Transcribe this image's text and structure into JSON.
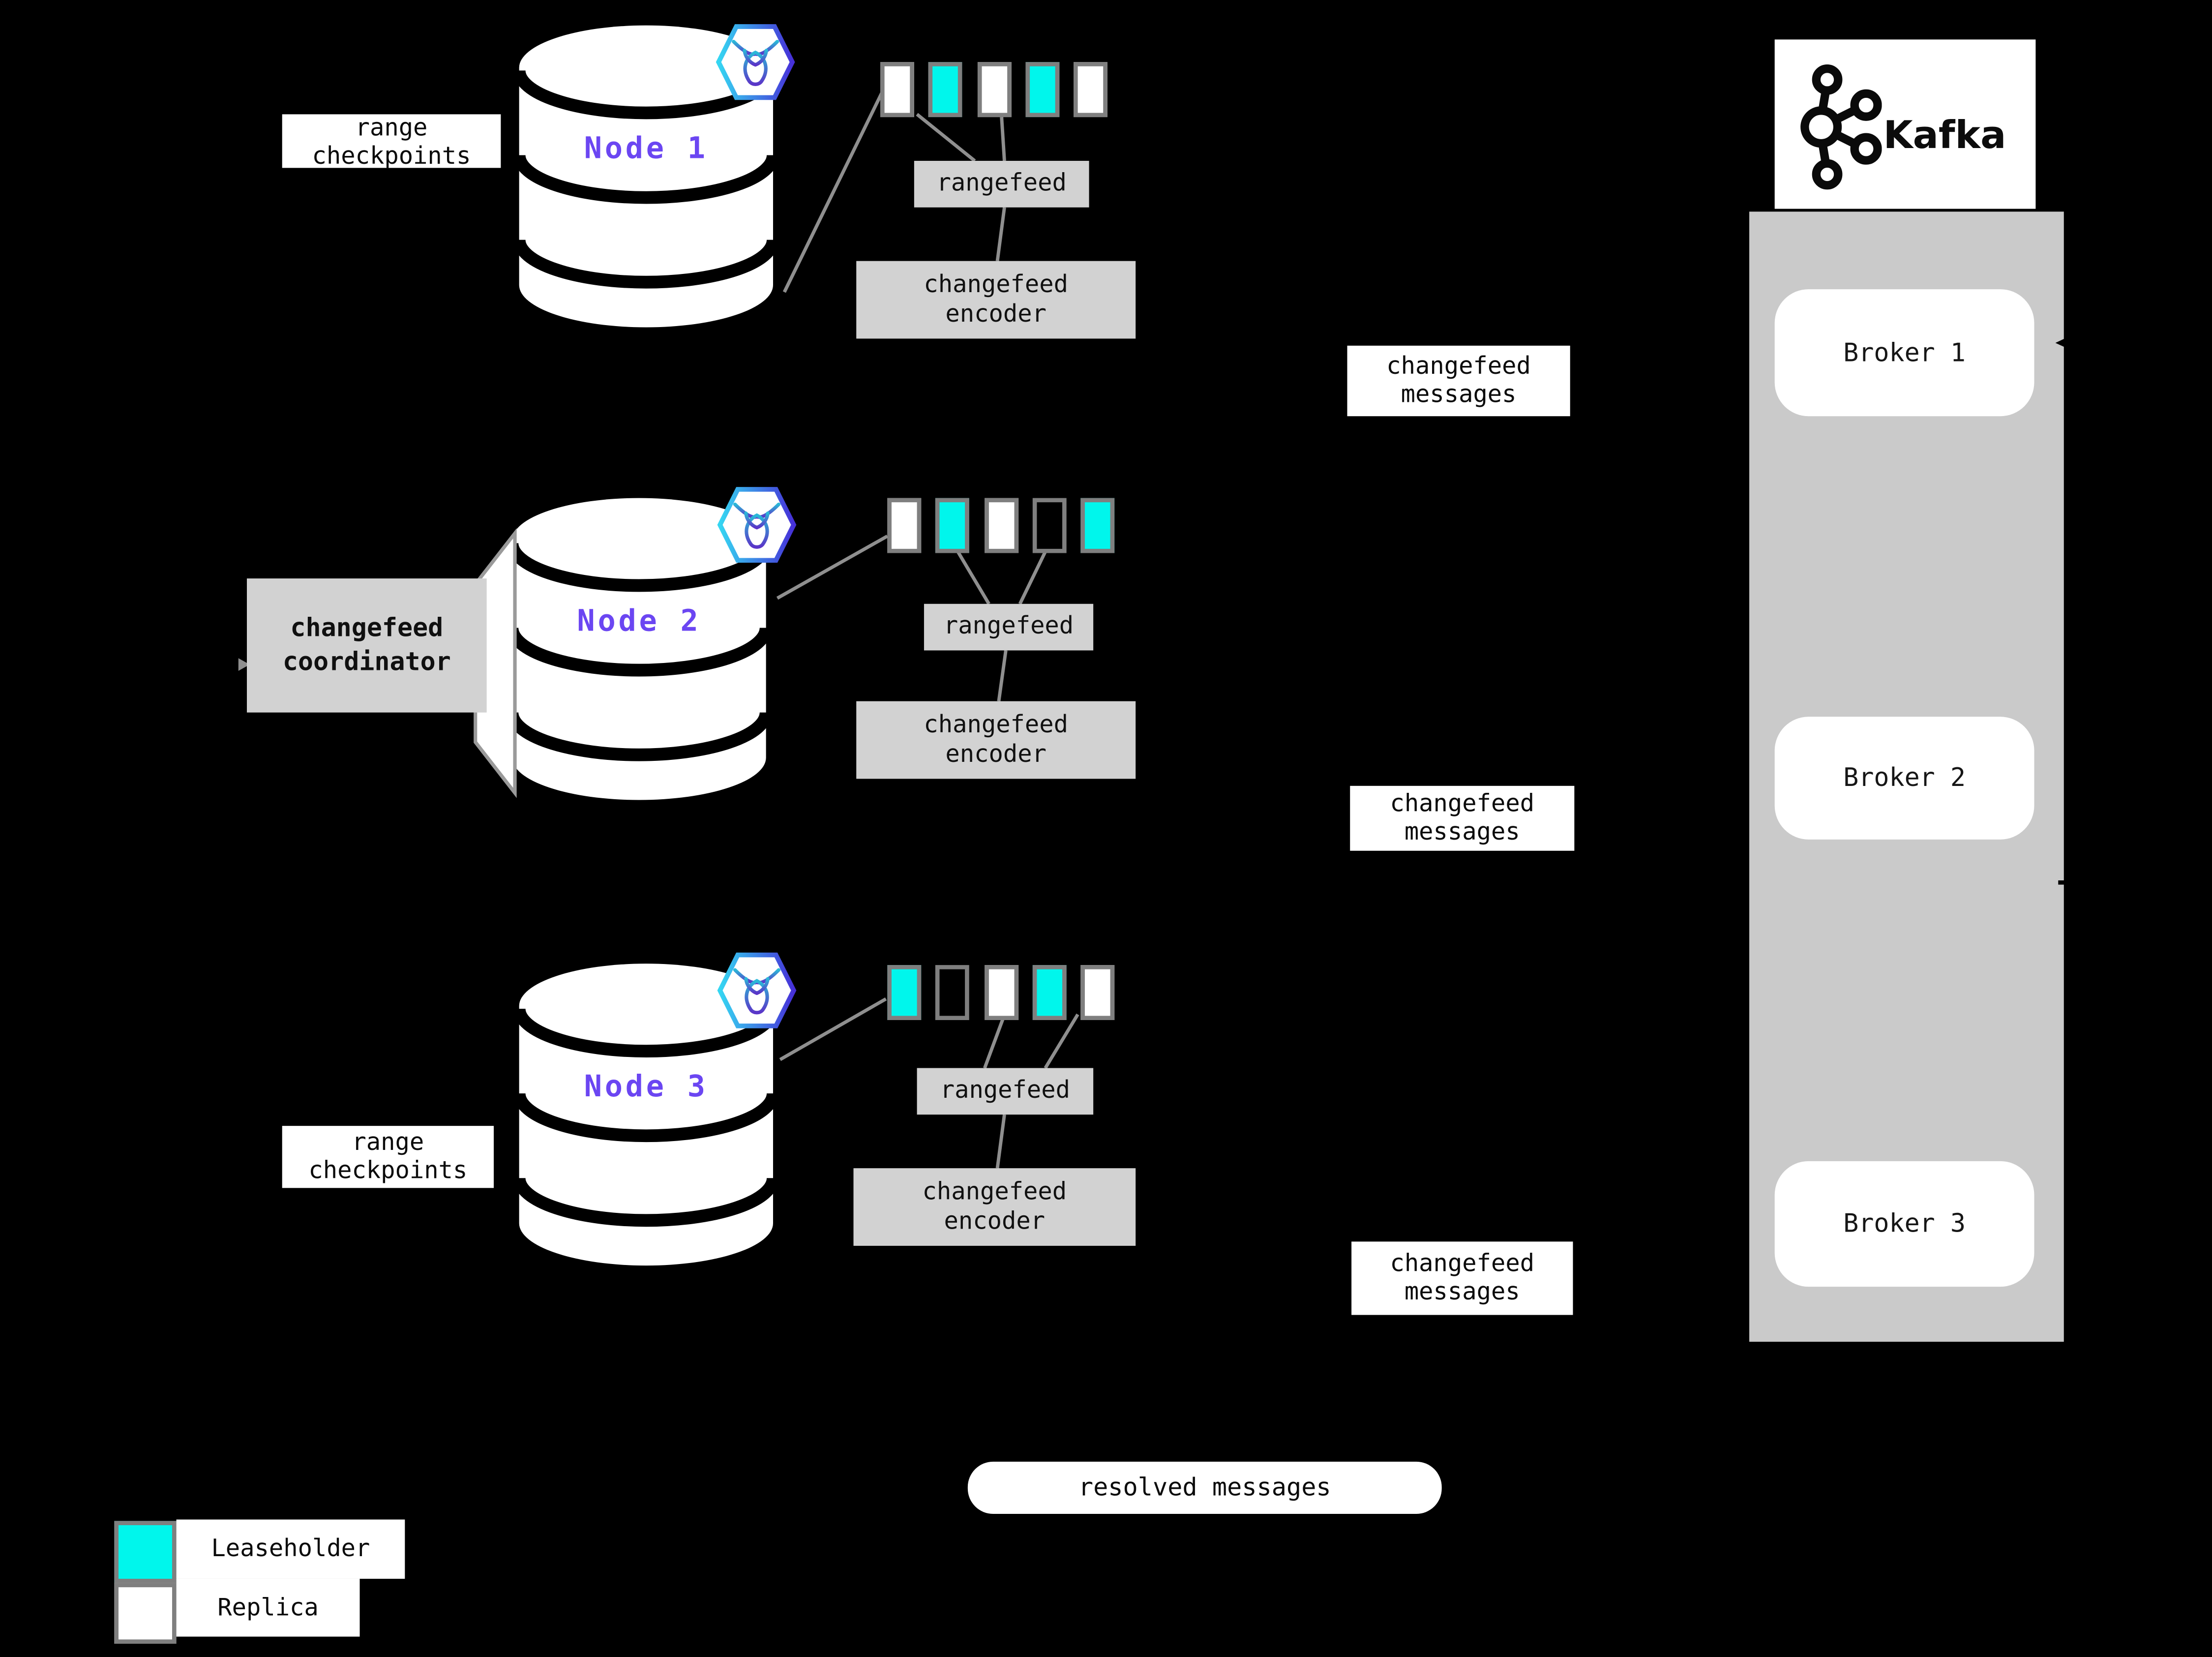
{
  "colors": {
    "background": "#000000",
    "leaseholder": "#00f6ec",
    "replica": "#ffffff",
    "node_label": "#6b46f2",
    "process_box": "#d2d2d2",
    "kafka_rail": "#cacaca",
    "connector_line": "#8f8f8f"
  },
  "icons": {
    "cockroachdb": "cockroachdb-hexagon-icon",
    "kafka": "kafka-logo-icon"
  },
  "labels": {
    "range_checkpoints": "range\ncheckpoints",
    "changefeed_coordinator": "changefeed\ncoordinator",
    "resolved_messages": "resolved messages",
    "changefeed_messages": "changefeed\nmessages"
  },
  "nodes": [
    {
      "label": "Node 1",
      "rangefeed_label": "rangefeed",
      "encoder_label": "changefeed\nencoder",
      "ranges": [
        "replica",
        "leaseholder",
        "replica",
        "leaseholder",
        "replica"
      ]
    },
    {
      "label": "Node 2",
      "rangefeed_label": "rangefeed",
      "encoder_label": "changefeed\nencoder",
      "ranges": [
        "replica",
        "leaseholder",
        "replica",
        "empty",
        "leaseholder"
      ]
    },
    {
      "label": "Node 3",
      "rangefeed_label": "rangefeed",
      "encoder_label": "changefeed\nencoder",
      "ranges": [
        "leaseholder",
        "empty",
        "replica",
        "leaseholder",
        "replica"
      ]
    }
  ],
  "kafka": {
    "wordmark": "Kafka",
    "brokers": [
      {
        "label": "Broker 1"
      },
      {
        "label": "Broker 2"
      },
      {
        "label": "Broker 3"
      }
    ]
  },
  "legend": {
    "items": [
      {
        "label": "Leaseholder",
        "kind": "leaseholder"
      },
      {
        "label": "Replica",
        "kind": "replica"
      }
    ]
  }
}
